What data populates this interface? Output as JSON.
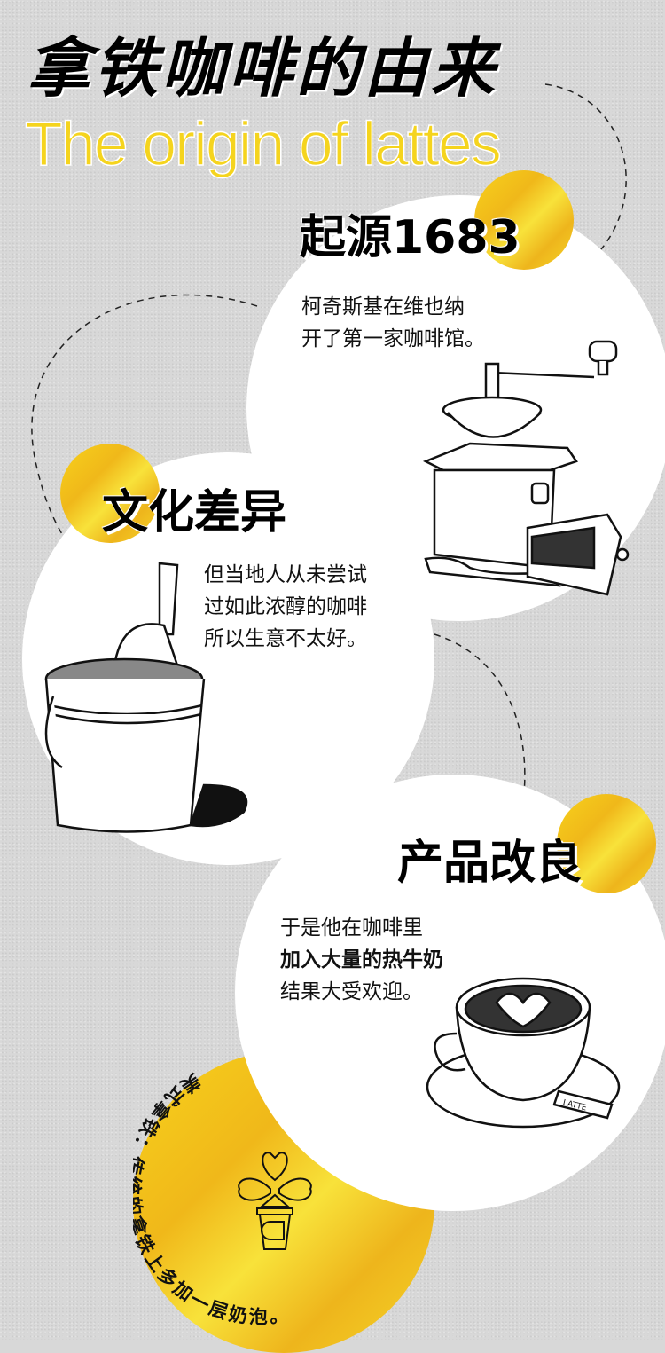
{
  "title": "拿铁咖啡的由来",
  "subtitle": "The origin of lattes",
  "sections": [
    {
      "heading": "起源1683",
      "lines": [
        "柯奇斯基在维也纳",
        "开了第一家咖啡馆。"
      ],
      "illustration": "coffee-grinder"
    },
    {
      "heading": "文化差异",
      "lines": [
        "但当地人从未尝试",
        "过如此浓醇的咖啡",
        "所以生意不太好。"
      ],
      "illustration": "bucket-of-coffee-beans"
    },
    {
      "heading": "产品改良",
      "lines": [
        "于是他在咖啡里",
        "加入大量的热牛奶",
        "结果大受欢迎。"
      ],
      "bold_line": 1,
      "illustration": "latte-cup"
    }
  ],
  "footnote": "美式拿铁：传统的拿铁上多加一层奶泡。",
  "cup_label": "LATTE",
  "colors": {
    "accent": "#f5c81e",
    "background": "#d8d8d8",
    "text": "#000000"
  }
}
